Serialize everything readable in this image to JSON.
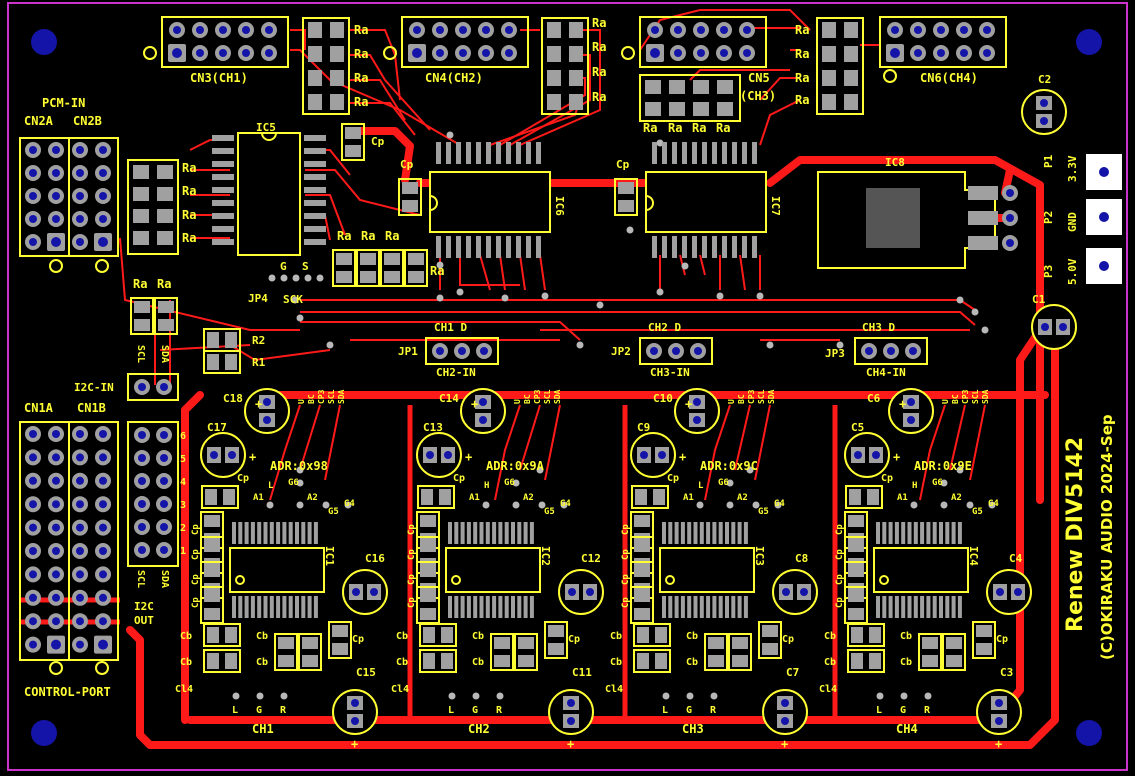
{
  "board": {
    "title": "Renew DIV5142",
    "credit": "(C)OKIRAKU AUDIO 2024-Sep",
    "colors": {
      "background": "#000000",
      "outline": "#cc33cc",
      "trace": "#ff1a1a",
      "silkscreen": "#ffff33",
      "pad": "#a0a0a0",
      "hole": "#1414a8",
      "ic_body": "#555555"
    }
  },
  "connectors": {
    "cn3": "CN3(CH1)",
    "cn4": "CN4(CH2)",
    "cn5": "CN5",
    "cn5_sub": "(CH3)",
    "cn6": "CN6(CH4)",
    "pcm_in": "PCM-IN",
    "cn2a": "CN2A",
    "cn2b": "CN2B",
    "cn1a": "CN1A",
    "cn1b": "CN1B",
    "control_port": "CONTROL-PORT",
    "i2c_in": "I2C-IN",
    "i2c_out_1": "I2C",
    "i2c_out_2": "OUT",
    "scl": "SCL",
    "sda": "SDA",
    "sck": "SCK",
    "pins": [
      "6",
      "5",
      "4",
      "3",
      "2",
      "1"
    ]
  },
  "ics": {
    "ic5": "IC5",
    "ic6": "IC6",
    "ic7": "IC7",
    "ic8": "IC8"
  },
  "power": {
    "p1": "P1",
    "p1_label": "3.3V",
    "p2": "P2",
    "p2_label": "GND",
    "p3": "P3",
    "p3_label": "5.0V",
    "c1": "C1",
    "c2": "C2"
  },
  "jumpers": {
    "jp1": "JP1",
    "jp2": "JP2",
    "jp3": "JP3",
    "jp4": "JP4",
    "jp1_top": "CH1  D",
    "jp1_bottom": "CH2-IN",
    "jp2_top": "CH2  D",
    "jp2_bottom": "CH3-IN",
    "jp3_top": "CH3  D",
    "jp3_bottom": "CH4-IN",
    "jp4_g": "G",
    "jp4_s": "S"
  },
  "passives": {
    "ra": "Ra",
    "cp": "Cp",
    "cb": "Cb",
    "r1": "R1",
    "r2": "R2"
  },
  "channels": [
    {
      "name": "CH1",
      "adr": "ADR:0x98",
      "ic": "IC1",
      "c_top1": "C18",
      "c_top2": "C17",
      "c_right": "C16",
      "c_bottom": "C15",
      "hl": "L"
    },
    {
      "name": "CH2",
      "adr": "ADR:0x9A",
      "ic": "IC2",
      "c_top1": "C14",
      "c_top2": "C13",
      "c_right": "C12",
      "c_bottom": "C11",
      "hl": "H"
    },
    {
      "name": "CH3",
      "adr": "ADR:0x9C",
      "ic": "IC3",
      "c_top1": "C10",
      "c_top2": "C9",
      "c_right": "C8",
      "c_bottom": "C7",
      "hl": "L"
    },
    {
      "name": "CH4",
      "adr": "ADR:0x9E",
      "ic": "IC4",
      "c_top1": "C6",
      "c_top2": "C5",
      "c_right": "C4",
      "c_bottom": "C3",
      "hl": "H"
    }
  ],
  "channel_labels": {
    "a1": "A1",
    "a2": "A2",
    "g4": "G4",
    "g5": "G5",
    "g6": "G6",
    "cl4": "Cl4",
    "l": "L",
    "g": "G",
    "r": "R",
    "plus": "+",
    "top_pins": [
      "U",
      "BC",
      "CP3",
      "SCL",
      "SDA"
    ]
  }
}
